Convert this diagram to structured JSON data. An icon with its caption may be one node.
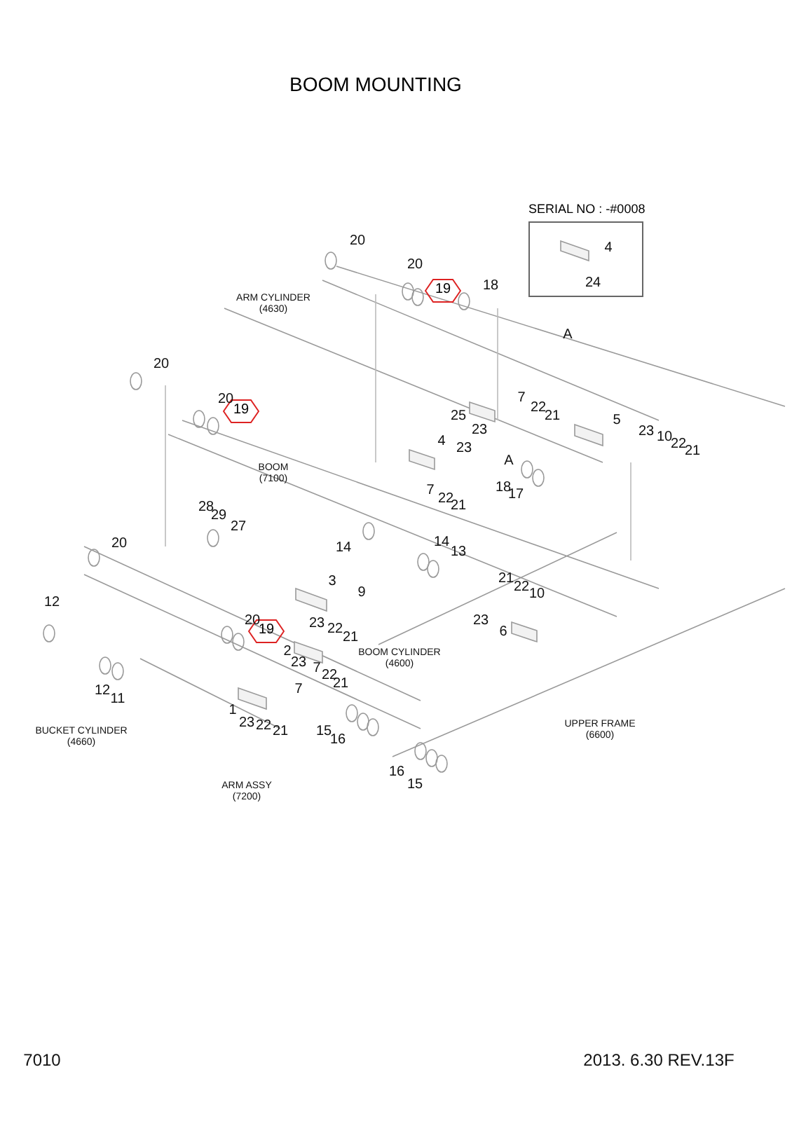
{
  "diagram": {
    "title": "BOOM MOUNTING",
    "nodes": [
      {
        "text": [
          "SERIAL NO : -#0008"
        ]
      },
      {
        "text": [
          "19"
        ]
      },
      {
        "text": [
          "19"
        ]
      },
      {
        "text": [
          "19"
        ]
      }
    ],
    "labels": [
      "20",
      "ARM CYLINDER (4630)",
      "18",
      "20",
      "4",
      "24",
      "A",
      "20",
      "20",
      "7",
      "22",
      "21",
      "25",
      "5",
      "23",
      "23",
      "10",
      "22",
      "21",
      "4",
      "23",
      "A",
      "BOOM (7100)",
      "18",
      "17",
      "7",
      "22",
      "21",
      "28",
      "29",
      "27",
      "20",
      "14",
      "14",
      "13",
      "21",
      "3",
      "22",
      "9",
      "10",
      "12",
      "20",
      "23",
      "23",
      "22",
      "6",
      "21",
      "2",
      "BOOM CYLINDER (4600)",
      "23",
      "7",
      "22",
      "21",
      "7",
      "12",
      "11",
      "1",
      "23",
      "22",
      "21",
      "UPPER FRAME (6600)",
      "15",
      "BUCKET CYLINDER (4660)",
      "16",
      "16",
      "15",
      "ARM ASSY (7200)",
      "7010",
      "2013. 6.30  REV.13F"
    ]
  }
}
